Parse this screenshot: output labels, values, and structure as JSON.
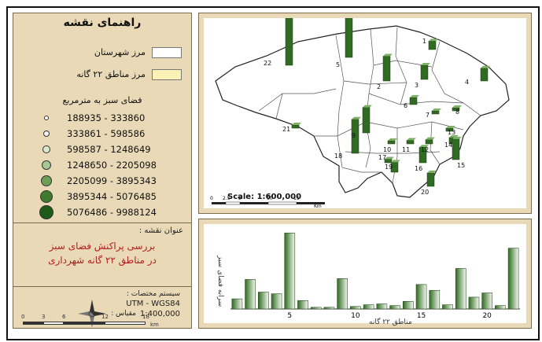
{
  "legend": {
    "title": "راهنمای نقشه",
    "county_border_label": "مرز شهرستان",
    "district_border_label": "مرز مناطق ۲۲ گانه",
    "green_space_title": "فضای سبز به مترمربع",
    "classes": [
      {
        "range": "188935 - 333860",
        "color": "#ffffff"
      },
      {
        "range": "333861 - 598586",
        "color": "#f2f2f2"
      },
      {
        "range": "598587 - 1248649",
        "color": "#d8e9cf"
      },
      {
        "range": "1248650 - 2205098",
        "color": "#a7c894"
      },
      {
        "range": "2205099 - 3895343",
        "color": "#6e9e58"
      },
      {
        "range": "3895344 - 5076485",
        "color": "#3f7b2f"
      },
      {
        "range": "5076486 - 9988124",
        "color": "#1f5a18"
      }
    ],
    "map_title_label": "عنوان نقشه :",
    "map_title_line1": "بررسی پراکنش فضای سبز",
    "map_title_line2": "در مناطق ۲۲ گانه شهرداری",
    "projection_label": "سیستم مختصات :",
    "projection": "UTM - WGS84",
    "scale_label": "مقیاس :",
    "scale_value": "1:400,000",
    "scalebar_ticks": [
      "0",
      "3",
      "6",
      "12",
      "18"
    ],
    "scalebar_unit": "km"
  },
  "map": {
    "scale_text": "Scale: 1:600,000",
    "scalebar_ticks": [
      "0",
      "2.5",
      "5",
      "10",
      "15"
    ],
    "scalebar_unit": "Km",
    "district_labels": [
      "1",
      "2",
      "3",
      "4",
      "5",
      "6",
      "7",
      "8",
      "9",
      "10",
      "11",
      "12",
      "13",
      "14",
      "15",
      "16",
      "17",
      "18",
      "19",
      "20",
      "21",
      "22"
    ]
  },
  "colors": {
    "panel_bg": "#e9d9b6",
    "bar_dark": "#2f6b20",
    "bar_light": "#f3f9ef",
    "title_red": "#b21f1f"
  },
  "chart_data": {
    "type": "bar",
    "x": [
      1,
      2,
      3,
      4,
      5,
      6,
      7,
      8,
      9,
      10,
      11,
      12,
      13,
      14,
      15,
      16,
      17,
      18,
      19,
      20,
      21,
      22
    ],
    "values": [
      1.2,
      3.5,
      2.0,
      1.8,
      9.0,
      1.0,
      0.2,
      0.2,
      3.6,
      0.3,
      0.5,
      0.6,
      0.4,
      0.9,
      2.9,
      2.2,
      0.5,
      4.8,
      1.4,
      1.9,
      0.4,
      7.2
    ],
    "xticks": [
      5,
      10,
      15,
      20
    ],
    "ylim": [
      0,
      9.5
    ],
    "xlabel": "مناطق ۲۲ گانه",
    "ylabel": "سرانه فضای سبز"
  }
}
